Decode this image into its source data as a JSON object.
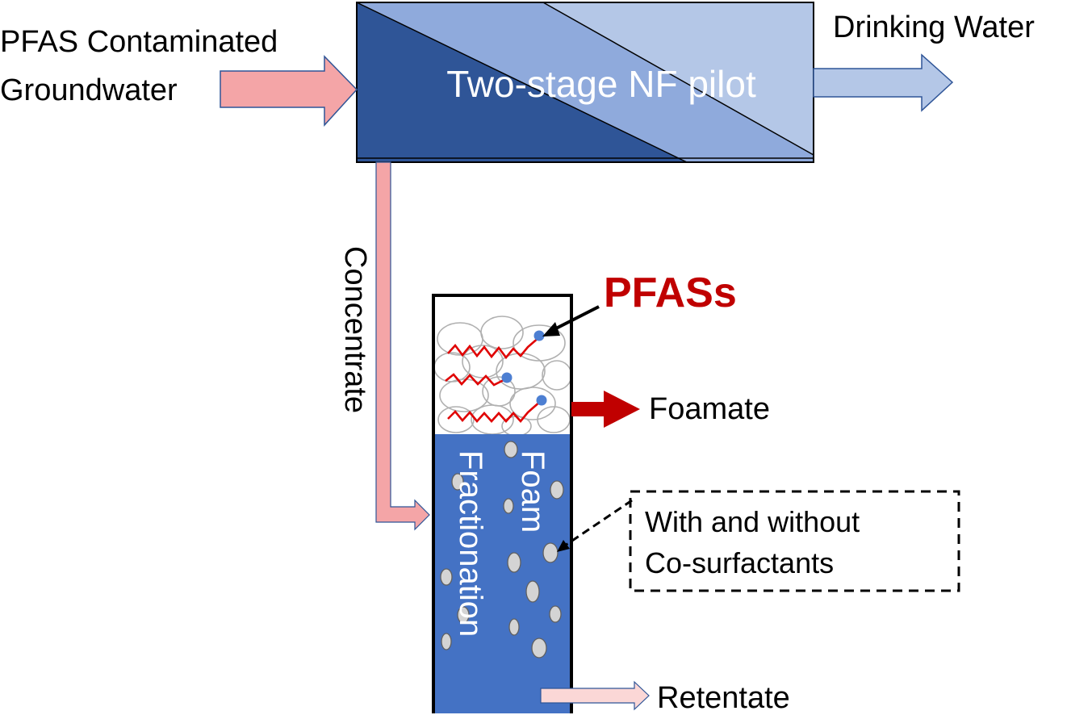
{
  "inputs": {
    "line1": "PFAS Contaminated",
    "line2": "Groundwater"
  },
  "nf_unit": {
    "title": "Two-stage NF pilot"
  },
  "output": {
    "label": "Drinking Water"
  },
  "concentrate": {
    "label": "Concentrate"
  },
  "foam_column": {
    "line1": "Foam",
    "line2": "Fractionation"
  },
  "pfas": {
    "label": "PFASs"
  },
  "foamate": {
    "label": "Foamate"
  },
  "cosurfactants": {
    "line1": "With and without",
    "line2": "Co-surfactants"
  },
  "retentate": {
    "label": "Retentate"
  },
  "colors": {
    "dark_blue": "#2f5597",
    "mid_blue": "#8faadc",
    "light_blue": "#b4c7e7",
    "column_blue": "#4472c4",
    "pink": "#f4a5a7",
    "light_pink": "#fbd7d6",
    "pfas_red": "#c00000"
  }
}
